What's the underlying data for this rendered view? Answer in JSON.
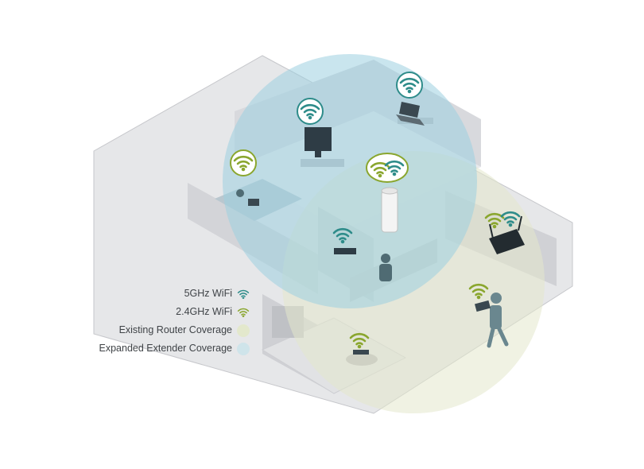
{
  "legend": {
    "items": [
      {
        "label": "5GHz WiFi",
        "type": "wifi",
        "color": "#2e8c8a"
      },
      {
        "label": "2.4GHz WiFi",
        "type": "wifi",
        "color": "#8aa62e"
      },
      {
        "label": "Existing Router Coverage",
        "type": "swatch",
        "color": "#e3e8cc"
      },
      {
        "label": "Expanded Extender Coverage",
        "type": "swatch",
        "color": "#cfe4ea"
      }
    ]
  },
  "colors": {
    "wifi_5ghz": "#2e8c8a",
    "wifi_24ghz": "#8aa62e",
    "router_coverage": "#e3e8cc",
    "extender_coverage": "#9ccfe0",
    "floor": "#dcdde0",
    "walls": "#c9cace"
  },
  "icons": [
    "wifi-icon",
    "router-icon",
    "extender-icon",
    "tv-icon",
    "laptop-icon",
    "person-icon",
    "tablet-icon"
  ]
}
